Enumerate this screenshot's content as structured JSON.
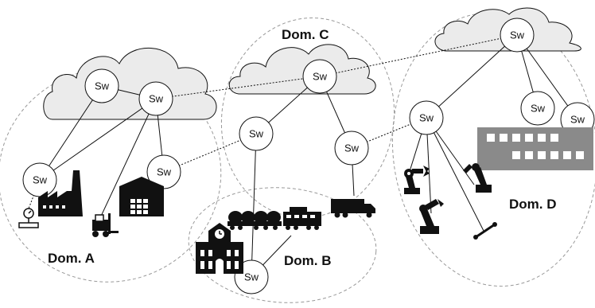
{
  "domains": {
    "a": "Dom. A",
    "b": "Dom. B",
    "c": "Dom. C",
    "d": "Dom. D"
  },
  "switch_label": "Sw",
  "colors": {
    "cloud_fill": "#ebebeb",
    "icon_fill": "#111111",
    "building_d": "#8a8a8a",
    "domain_border": "#999999"
  },
  "icons": [
    "factory-icon",
    "warehouse-icon",
    "forklift-icon",
    "pressure-gauge-icon",
    "train-station-icon",
    "freight-train-icon",
    "truck-icon",
    "industrial-building-icon",
    "robot-arm-icon",
    "robot-gripper-icon",
    "cylinder-icon"
  ]
}
